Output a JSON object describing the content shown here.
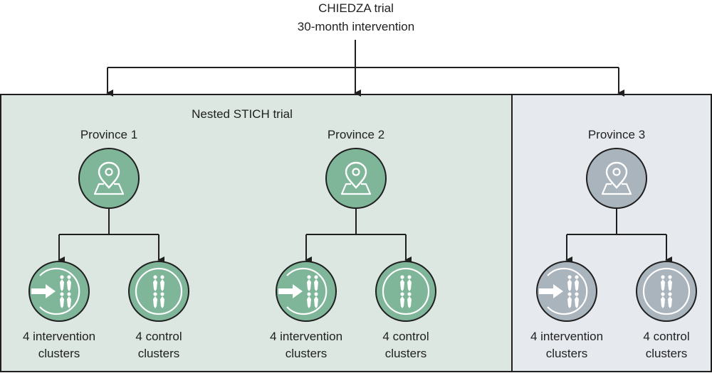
{
  "header": {
    "title_line1": "CHIEDZA trial",
    "title_line2": "30-month intervention"
  },
  "nested_label": "Nested STICH trial",
  "colors": {
    "stich_panel_bg": "#dbe7e0",
    "province3_panel_bg": "#e6eaee",
    "stich_circle": "#7fb69a",
    "province3_circle": "#aab4bd",
    "outline": "#1f1f1f"
  },
  "provinces": [
    {
      "name": "Province 1",
      "icon": "map-pin-icon",
      "clusters": [
        {
          "line1": "4 intervention",
          "line2": "clusters",
          "icon": "intervention-cluster-icon"
        },
        {
          "line1": "4 control",
          "line2": "clusters",
          "icon": "control-cluster-icon"
        }
      ]
    },
    {
      "name": "Province 2",
      "icon": "map-pin-icon",
      "clusters": [
        {
          "line1": "4 intervention",
          "line2": "clusters",
          "icon": "intervention-cluster-icon"
        },
        {
          "line1": "4 control",
          "line2": "clusters",
          "icon": "control-cluster-icon"
        }
      ]
    },
    {
      "name": "Province 3",
      "icon": "map-pin-icon",
      "clusters": [
        {
          "line1": "4 intervention",
          "line2": "clusters",
          "icon": "intervention-cluster-icon"
        },
        {
          "line1": "4 control",
          "line2": "clusters",
          "icon": "control-cluster-icon"
        }
      ]
    }
  ]
}
